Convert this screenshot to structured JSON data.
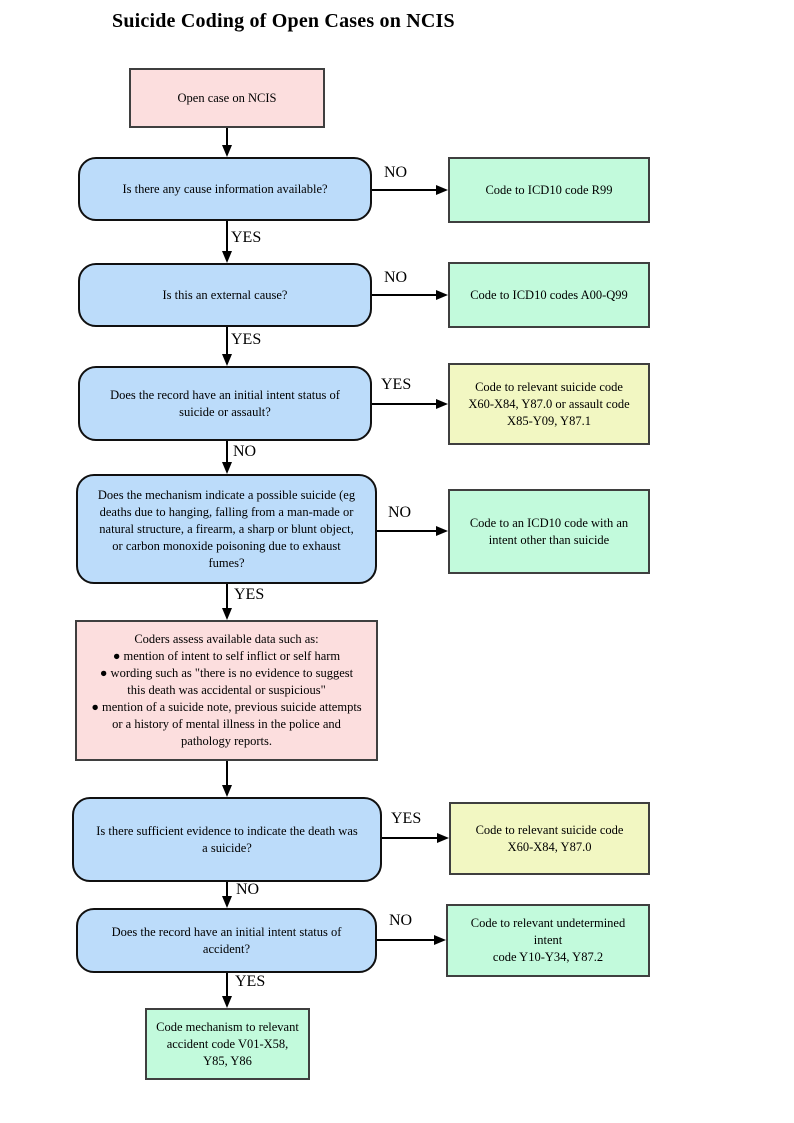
{
  "title": "Suicide Coding of Open Cases on NCIS",
  "colors": {
    "process_pink": "#fcdede",
    "decision_blue": "#bcdcfa",
    "outcome_green": "#c2fadc",
    "outcome_yellow": "#f2f7c2",
    "border_dark": "#3f3f3f",
    "arrow_black": "#000000"
  },
  "nodes": {
    "start": {
      "type": "process",
      "text": "Open case on NCIS"
    },
    "cause_available": {
      "type": "decision",
      "text": "Is there any cause information available?"
    },
    "code_r99": {
      "type": "outcome-green",
      "text": "Code to ICD10 code R99"
    },
    "external_cause": {
      "type": "decision",
      "text": "Is this an external cause?"
    },
    "code_a00_q99": {
      "type": "outcome-green",
      "text": "Code to ICD10 codes A00-Q99"
    },
    "intent_suicide_assault": {
      "type": "decision",
      "text": "Does the record have an initial intent status of\nsuicide or assault?"
    },
    "code_suicide_assault": {
      "type": "outcome-yellow",
      "text": "Code to relevant suicide code\nX60-X84, Y87.0 or assault code\nX85-Y09, Y87.1"
    },
    "mechanism_possible_suicide": {
      "type": "decision",
      "text": "Does the mechanism indicate a possible suicide (eg\ndeaths due to hanging, falling from a man-made or\nnatural structure, a firearm, a sharp or blunt object,\nor carbon monoxide poisoning due to exhaust\nfumes?"
    },
    "code_other_intent": {
      "type": "outcome-green",
      "text": "Code to an ICD10 code with an\nintent other than suicide"
    },
    "coders_assess": {
      "type": "process",
      "text": "Coders assess available data such as:\n● mention of intent to self inflict or self harm\n● wording such as \"there is no evidence to suggest\nthis death was accidental or suspicious\"\n● mention of a suicide note, previous suicide attempts\nor a history of mental illness in the police and\npathology reports."
    },
    "sufficient_evidence": {
      "type": "decision",
      "text": "Is there sufficient evidence to indicate the death was\na suicide?"
    },
    "code_suicide": {
      "type": "outcome-yellow",
      "text": "Code to relevant suicide code\nX60-X84, Y87.0"
    },
    "intent_accident": {
      "type": "decision",
      "text": "Does the record have an initial intent status of\naccident?"
    },
    "code_undetermined": {
      "type": "outcome-green",
      "text": "Code to relevant undetermined intent\ncode Y10-Y34, Y87.2"
    },
    "code_accident": {
      "type": "outcome-green",
      "text": "Code mechanism to relevant\naccident code V01-X58,\nY85, Y86"
    }
  },
  "edges": [
    {
      "from": "start",
      "to": "cause_available",
      "label": ""
    },
    {
      "from": "cause_available",
      "to": "code_r99",
      "label": "NO"
    },
    {
      "from": "cause_available",
      "to": "external_cause",
      "label": "YES"
    },
    {
      "from": "external_cause",
      "to": "code_a00_q99",
      "label": "NO"
    },
    {
      "from": "external_cause",
      "to": "intent_suicide_assault",
      "label": "YES"
    },
    {
      "from": "intent_suicide_assault",
      "to": "code_suicide_assault",
      "label": "YES"
    },
    {
      "from": "intent_suicide_assault",
      "to": "mechanism_possible_suicide",
      "label": "NO"
    },
    {
      "from": "mechanism_possible_suicide",
      "to": "code_other_intent",
      "label": "NO"
    },
    {
      "from": "mechanism_possible_suicide",
      "to": "coders_assess",
      "label": "YES"
    },
    {
      "from": "coders_assess",
      "to": "sufficient_evidence",
      "label": ""
    },
    {
      "from": "sufficient_evidence",
      "to": "code_suicide",
      "label": "YES"
    },
    {
      "from": "sufficient_evidence",
      "to": "intent_accident",
      "label": "NO"
    },
    {
      "from": "intent_accident",
      "to": "code_undetermined",
      "label": "NO"
    },
    {
      "from": "intent_accident",
      "to": "code_accident",
      "label": "YES"
    }
  ]
}
